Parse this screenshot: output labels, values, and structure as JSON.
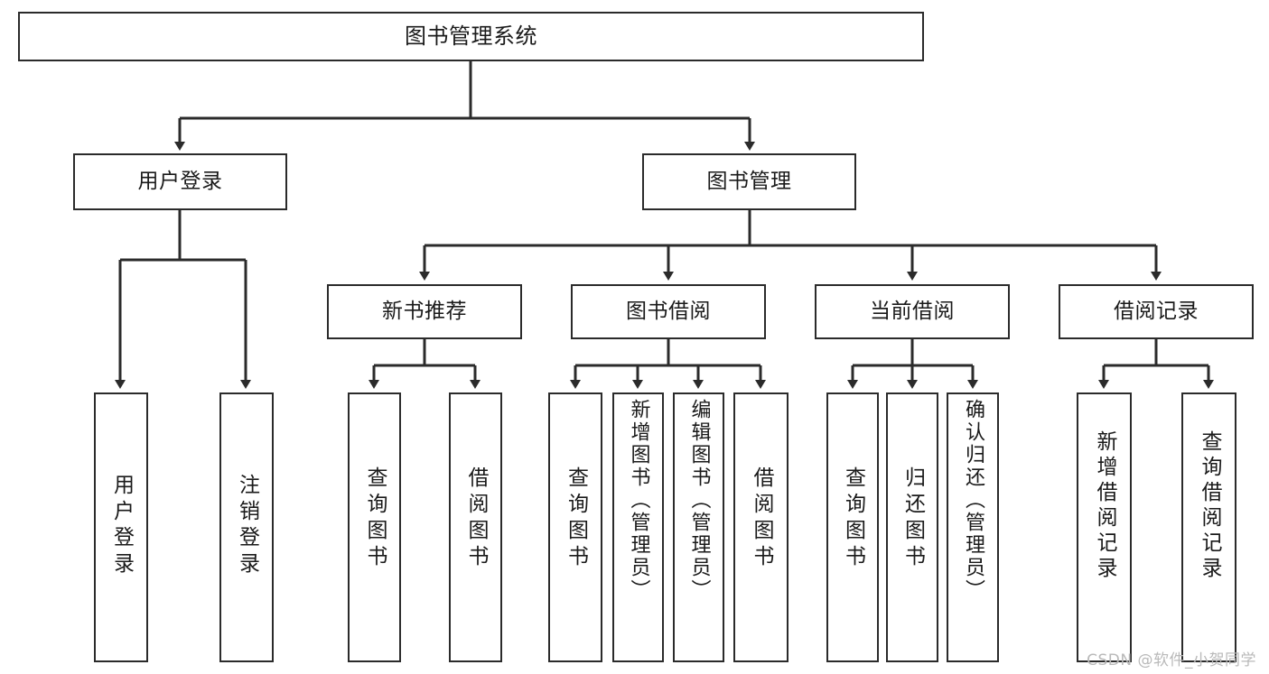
{
  "diagram": {
    "title": "图书管理系统",
    "type": "tree",
    "watermark": "CSDN @软件_小贺同学",
    "colors": {
      "stroke": "#2b2b2b",
      "fill": "#ffffff",
      "text": "#1a1a1a",
      "watermark": "#b9b9b9"
    },
    "root": {
      "label": "图书管理系统"
    },
    "level2": [
      {
        "label": "用户登录"
      },
      {
        "label": "图书管理"
      }
    ],
    "level3": [
      {
        "label": "新书推荐"
      },
      {
        "label": "图书借阅"
      },
      {
        "label": "当前借阅"
      },
      {
        "label": "借阅记录"
      }
    ],
    "leaves": {
      "user_login": [
        {
          "label": "用户登录"
        },
        {
          "label": "注销登录"
        }
      ],
      "new_book_recommend": [
        {
          "label": "查询图书"
        },
        {
          "label": "借阅图书"
        }
      ],
      "book_borrow": [
        {
          "label": "查询图书"
        },
        {
          "label": "新增图书（管理员）"
        },
        {
          "label": "编辑图书（管理员）"
        },
        {
          "label": "借阅图书"
        }
      ],
      "current_borrow": [
        {
          "label": "查询图书"
        },
        {
          "label": "归还图书"
        },
        {
          "label": "确认归还（管理员）"
        }
      ],
      "borrow_records": [
        {
          "label": "新增借阅记录"
        },
        {
          "label": "查询借阅记录"
        }
      ]
    }
  }
}
